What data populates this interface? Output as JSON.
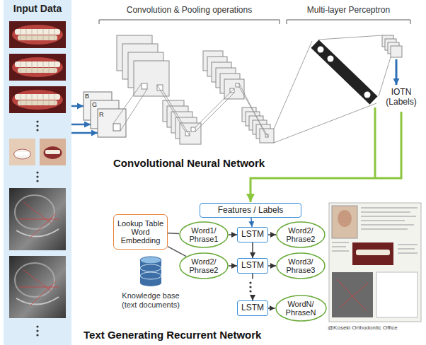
{
  "diagram": {
    "nodes": [
      {
        "text": [
          "Input Data"
        ]
      },
      {
        "text": [
          "Features / Labels"
        ]
      },
      {
        "text": [
          "Lookup Table Word Embedding"
        ]
      },
      {
        "text": [
          "Word1/ Phrase1"
        ]
      },
      {
        "text": [
          "LSTM"
        ]
      },
      {
        "text": [
          "Word2/ Phrase2"
        ]
      },
      {
        "text": [
          "Word2/ Phrase2"
        ]
      },
      {
        "text": [
          "LSTM"
        ]
      },
      {
        "text": [
          "Word3/ Phrase3"
        ]
      },
      {
        "text": [
          "LSTM"
        ]
      },
      {
        "text": [
          "WordN/ PhraseN"
        ]
      }
    ],
    "edges": [
      {
        "from": 1,
        "to": 4,
        "arrow": "to"
      },
      {
        "from": 2,
        "to": 3,
        "arrow": "none"
      },
      {
        "from": 2,
        "to": 6,
        "arrow": "none"
      },
      {
        "from": 3,
        "to": 4,
        "arrow": "to"
      },
      {
        "from": 4,
        "to": 5,
        "arrow": "to"
      },
      {
        "from": 4,
        "to": 7,
        "arrow": "to"
      },
      {
        "from": 6,
        "to": 7,
        "arrow": "to"
      },
      {
        "from": 7,
        "to": 8,
        "arrow": "to"
      },
      {
        "from": 7,
        "to": 9,
        "arrow": "to"
      },
      {
        "from": 9,
        "to": 10,
        "arrow": "to"
      }
    ],
    "labels": [
      "Convolution & Pooling operations",
      "Multi-layer Perceptron",
      "B",
      "G",
      "R",
      "IOTN (Labels)",
      "Convolutional Neural Network",
      "Knowledge base (text documents)",
      "@Koseki Orthodontic Office",
      "Text Generating Recurrent Network"
    ]
  }
}
